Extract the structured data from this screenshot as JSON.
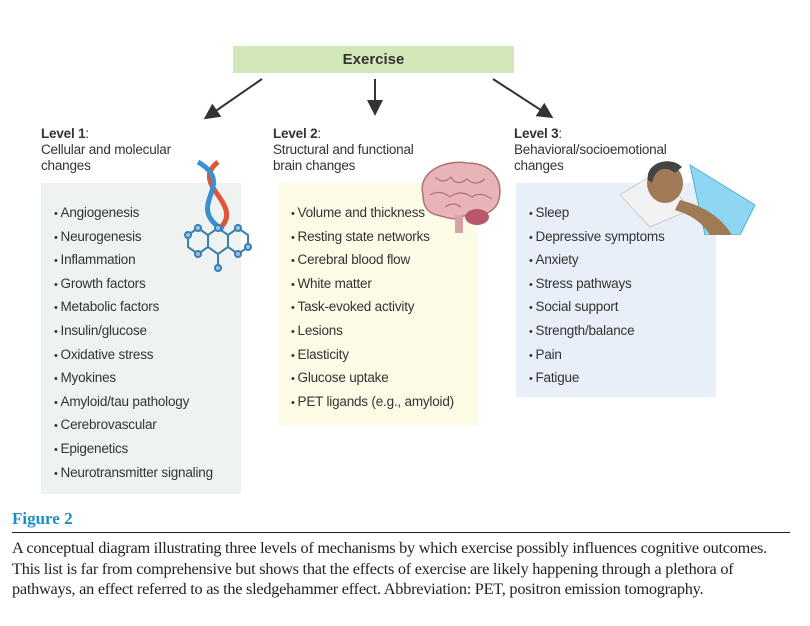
{
  "diagram": {
    "root": "Exercise",
    "levels": [
      {
        "label": "Level 1",
        "desc": "Cellular and molecular changes",
        "icon": "dna-molecule-icon",
        "bg": "#eef3f1",
        "items": [
          "Angiogenesis",
          "Neurogenesis",
          "Inflammation",
          "Growth factors",
          "Metabolic factors",
          "Insulin/glucose",
          "Oxidative stress",
          "Myokines",
          "Amyloid/tau pathology",
          "Cerebrovascular",
          "Epigenetics",
          "Neurotransmitter signaling"
        ]
      },
      {
        "label": "Level 2",
        "desc": "Structural and functional brain changes",
        "icon": "brain-icon",
        "bg": "#fdfae6",
        "items": [
          "Volume and thickness",
          "Resting state networks",
          "Cerebral blood flow",
          "White matter",
          "Task-evoked activity",
          "Lesions",
          "Elasticity",
          "Glucose uptake",
          "PET ligands (e.g., amyloid)"
        ]
      },
      {
        "label": "Level 3",
        "desc": "Behavioral/socioemotional changes",
        "icon": "sleeping-person-icon",
        "bg": "#e8eff8",
        "items": [
          "Sleep",
          "Depressive symptoms",
          "Anxiety",
          "Stress pathways",
          "Social support",
          "Strength/balance",
          "Pain",
          "Fatigue"
        ]
      }
    ]
  },
  "figure": {
    "label": "Figure 2",
    "label_color": "#1b8fc4",
    "caption": "A conceptual diagram illustrating three levels of mechanisms by which exercise possibly influences cognitive outcomes. This list is far from comprehensive but shows that the effects of exercise are likely happening through a plethora of pathways, an effect referred to as the sledgehammer effect. Abbreviation: PET, positron emission tomography."
  }
}
